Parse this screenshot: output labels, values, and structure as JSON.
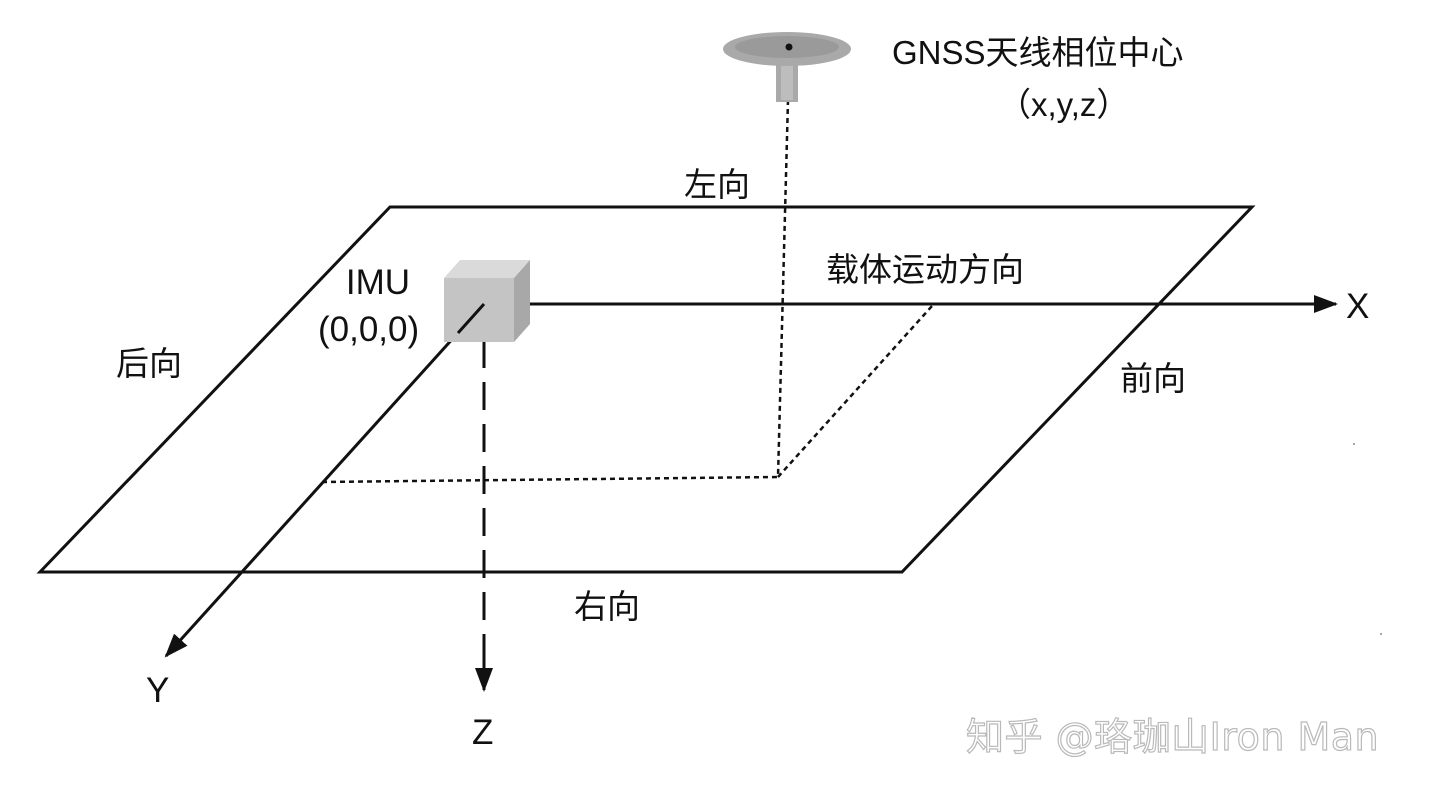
{
  "labels": {
    "gnss_title": "GNSS天线相位中心",
    "gnss_coords": "（x,y,z）",
    "left_direction": "左向",
    "right_direction": "右向",
    "back_direction": "后向",
    "front_direction": "前向",
    "motion_direction": "载体运动方向",
    "imu_name": "IMU",
    "imu_coords": "(0,0,0)",
    "axis_x": "X",
    "axis_y": "Y",
    "axis_z": "Z"
  },
  "watermark": "知乎 @珞珈山Iron Man",
  "colors": {
    "line": "#111111",
    "antenna": "#a9a9a9",
    "antenna_dark": "#8f8f8f",
    "cube_front": "#c4c4c4",
    "cube_top": "#dadada",
    "cube_side": "#a8a8a8",
    "watermark": "#b9b9b9"
  },
  "icons": {
    "antenna": "gnss-antenna-icon",
    "imu": "imu-cube-icon"
  }
}
